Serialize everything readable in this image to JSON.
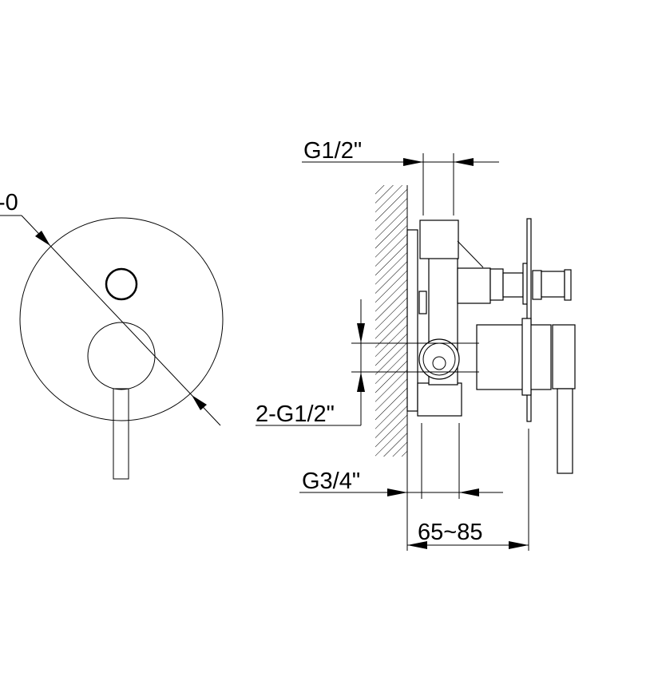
{
  "front_view": {
    "diameter_label": "-0"
  },
  "side_view": {
    "inlet_top_label": "G1/2\"",
    "inlet_side_label": "2-G1/2\"",
    "outlet_label": "G3/4\"",
    "depth_range_label": "65~85"
  },
  "colors": {
    "line": "#000000",
    "background": "#ffffff"
  }
}
